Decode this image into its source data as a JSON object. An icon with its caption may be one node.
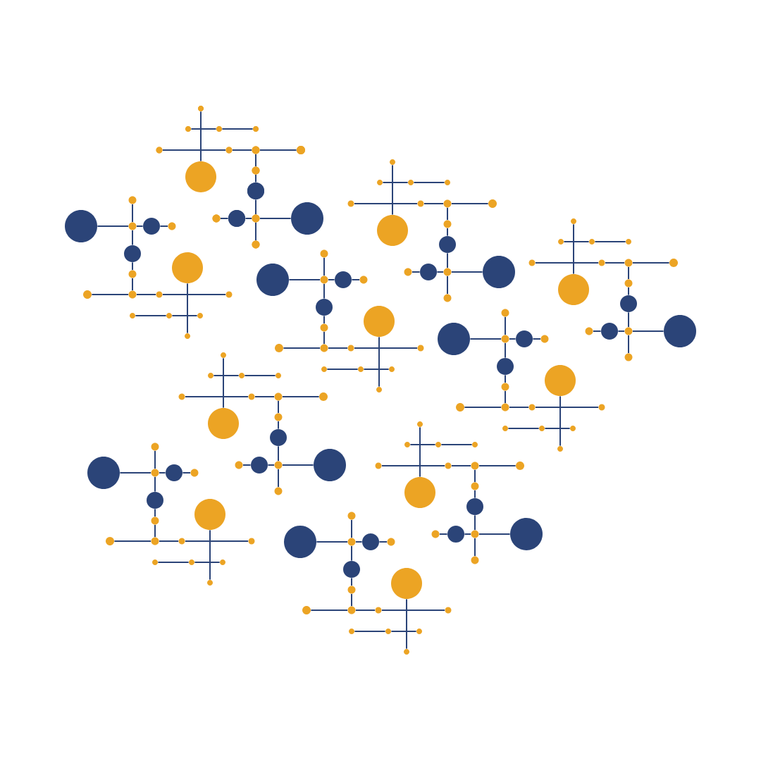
{
  "diagram": {
    "nodes": [
      {
        "text": [],
        "shape": "circle"
      },
      {
        "text": [],
        "shape": "circle"
      },
      {
        "text": [],
        "shape": "circle"
      },
      {
        "text": [],
        "shape": "circle"
      },
      {
        "text": [],
        "shape": "circle"
      },
      {
        "text": [],
        "shape": "circle"
      },
      {
        "text": [],
        "shape": "circle"
      },
      {
        "text": [],
        "shape": "circle"
      },
      {
        "text": [],
        "shape": "circle"
      },
      {
        "text": [],
        "shape": "circle"
      },
      {
        "text": [],
        "shape": "circle"
      },
      {
        "text": [],
        "shape": "circle"
      },
      {
        "text": [],
        "shape": "circle"
      },
      {
        "text": [],
        "shape": "circle"
      },
      {
        "text": [],
        "shape": "circle"
      },
      {
        "text": [],
        "shape": "circle"
      },
      {
        "text": [],
        "shape": "circle"
      },
      {
        "text": [],
        "shape": "circle"
      },
      {
        "text": [],
        "shape": "circle"
      },
      {
        "text": [],
        "shape": "circle"
      },
      {
        "text": [],
        "shape": "circle"
      },
      {
        "text": [],
        "shape": "circle"
      },
      {
        "text": [],
        "shape": "circle"
      },
      {
        "text": [],
        "shape": "circle"
      },
      {
        "text": [],
        "shape": "circle"
      },
      {
        "text": [],
        "shape": "circle"
      },
      {
        "text": [],
        "shape": "circle"
      },
      {
        "text": [],
        "shape": "circle"
      },
      {
        "text": [],
        "shape": "circle"
      },
      {
        "text": [],
        "shape": "circle"
      },
      {
        "text": [],
        "shape": "circle"
      },
      {
        "text": [],
        "shape": "circle"
      },
      {
        "text": [],
        "shape": "circle"
      },
      {
        "text": [],
        "shape": "circle"
      },
      {
        "text": [],
        "shape": "circle"
      },
      {
        "text": [],
        "shape": "circle"
      },
      {
        "text": [],
        "shape": "circle"
      },
      {
        "text": [],
        "shape": "circle"
      },
      {
        "text": [],
        "shape": "circle"
      },
      {
        "text": [],
        "shape": "circle"
      },
      {
        "text": [],
        "shape": "circle"
      },
      {
        "text": [],
        "shape": "circle"
      },
      {
        "text": [],
        "shape": "circle"
      },
      {
        "text": [],
        "shape": "circle"
      },
      {
        "text": [],
        "shape": "circle"
      },
      {
        "text": [],
        "shape": "circle"
      },
      {
        "text": [],
        "shape": "circle"
      },
      {
        "text": [],
        "shape": "circle"
      },
      {
        "text": [],
        "shape": "circle"
      },
      {
        "text": [],
        "shape": "circle"
      },
      {
        "text": [],
        "shape": "circle"
      },
      {
        "text": [],
        "shape": "circle"
      },
      {
        "text": [],
        "shape": "circle"
      },
      {
        "text": [],
        "shape": "circle"
      },
      {
        "text": [],
        "shape": "circle"
      },
      {
        "text": [],
        "shape": "circle"
      },
      {
        "text": [],
        "shape": "circle"
      },
      {
        "text": [],
        "shape": "circle"
      },
      {
        "text": [],
        "shape": "circle"
      },
      {
        "text": [],
        "shape": "circle"
      },
      {
        "text": [],
        "shape": "circle"
      },
      {
        "text": [],
        "shape": "circle"
      },
      {
        "text": [],
        "shape": "circle"
      },
      {
        "text": [],
        "shape": "circle"
      },
      {
        "text": [],
        "shape": "circle"
      },
      {
        "text": [],
        "shape": "circle"
      },
      {
        "text": [],
        "shape": "circle"
      },
      {
        "text": [],
        "shape": "circle"
      },
      {
        "text": [],
        "shape": "circle"
      },
      {
        "text": [],
        "shape": "circle"
      },
      {
        "text": [],
        "shape": "circle"
      },
      {
        "text": [],
        "shape": "circle"
      },
      {
        "text": [],
        "shape": "circle"
      },
      {
        "text": [],
        "shape": "circle"
      },
      {
        "text": [],
        "shape": "circle"
      },
      {
        "text": [],
        "shape": "circle"
      },
      {
        "text": [],
        "shape": "circle"
      },
      {
        "text": [],
        "shape": "circle"
      },
      {
        "text": [],
        "shape": "circle"
      },
      {
        "text": [],
        "shape": "circle"
      },
      {
        "text": [],
        "shape": "circle"
      },
      {
        "text": [],
        "shape": "circle"
      },
      {
        "text": [],
        "shape": "circle"
      },
      {
        "text": [],
        "shape": "circle"
      },
      {
        "text": [],
        "shape": "circle"
      },
      {
        "text": [],
        "shape": "circle"
      },
      {
        "text": [],
        "shape": "circle"
      },
      {
        "text": [],
        "shape": "circle"
      },
      {
        "text": [],
        "shape": "circle"
      },
      {
        "text": [],
        "shape": "circle"
      },
      {
        "text": [],
        "shape": "circle"
      },
      {
        "text": [],
        "shape": "circle"
      },
      {
        "text": [],
        "shape": "circle"
      },
      {
        "text": [],
        "shape": "circle"
      },
      {
        "text": [],
        "shape": "circle"
      },
      {
        "text": [],
        "shape": "circle"
      },
      {
        "text": [],
        "shape": "circle"
      },
      {
        "text": [],
        "shape": "circle"
      },
      {
        "text": [],
        "shape": "circle"
      },
      {
        "text": [],
        "shape": "circle"
      },
      {
        "text": [],
        "shape": "circle"
      },
      {
        "text": [],
        "shape": "circle"
      },
      {
        "text": [],
        "shape": "circle"
      },
      {
        "text": [],
        "shape": "circle"
      },
      {
        "text": [],
        "shape": "circle"
      },
      {
        "text": [],
        "shape": "circle"
      },
      {
        "text": [],
        "shape": "circle"
      },
      {
        "text": [],
        "shape": "circle"
      },
      {
        "text": [],
        "shape": "circle"
      },
      {
        "text": [],
        "shape": "circle"
      },
      {
        "text": [],
        "shape": "circle"
      },
      {
        "text": [],
        "shape": "circle"
      },
      {
        "text": [],
        "shape": "circle"
      },
      {
        "text": [],
        "shape": "circle"
      },
      {
        "text": [],
        "shape": "circle"
      },
      {
        "text": [],
        "shape": "circle"
      },
      {
        "text": [],
        "shape": "circle"
      },
      {
        "text": [],
        "shape": "circle"
      },
      {
        "text": [],
        "shape": "circle"
      },
      {
        "text": [],
        "shape": "circle"
      },
      {
        "text": [],
        "shape": "circle"
      },
      {
        "text": [],
        "shape": "circle"
      },
      {
        "text": [],
        "shape": "circle"
      },
      {
        "text": [],
        "shape": "circle"
      },
      {
        "text": [],
        "shape": "circle"
      },
      {
        "text": [],
        "shape": "circle"
      },
      {
        "text": [],
        "shape": "circle"
      },
      {
        "text": [],
        "shape": "circle"
      },
      {
        "text": [],
        "shape": "circle"
      },
      {
        "text": [],
        "shape": "circle"
      },
      {
        "text": [],
        "shape": "circle"
      },
      {
        "text": [],
        "shape": "circle"
      },
      {
        "text": [],
        "shape": "circle"
      },
      {
        "text": [],
        "shape": "circle"
      },
      {
        "text": [],
        "shape": "circle"
      },
      {
        "text": [],
        "shape": "circle"
      },
      {
        "text": [],
        "shape": "circle"
      },
      {
        "text": [],
        "shape": "circle"
      },
      {
        "text": [],
        "shape": "circle"
      },
      {
        "text": [],
        "shape": "circle"
      },
      {
        "text": [],
        "shape": "circle"
      },
      {
        "text": [],
        "shape": "circle"
      },
      {
        "text": [],
        "shape": "circle"
      },
      {
        "text": [],
        "shape": "circle"
      },
      {
        "text": [],
        "shape": "circle"
      },
      {
        "text": [],
        "shape": "circle"
      },
      {
        "text": [],
        "shape": "circle"
      },
      {
        "text": [],
        "shape": "circle"
      },
      {
        "text": [],
        "shape": "circle"
      },
      {
        "text": [],
        "shape": "circle"
      },
      {
        "text": [],
        "shape": "circle"
      },
      {
        "text": [],
        "shape": "circle"
      },
      {
        "text": [],
        "shape": "circle"
      },
      {
        "text": [],
        "shape": "circle"
      },
      {
        "text": [],
        "shape": "circle"
      },
      {
        "text": [],
        "shape": "circle"
      },
      {
        "text": [],
        "shape": "circle"
      },
      {
        "text": [],
        "shape": "circle"
      },
      {
        "text": [],
        "shape": "circle"
      },
      {
        "text": [],
        "shape": "circle"
      },
      {
        "text": [],
        "shape": "circle"
      },
      {
        "text": [],
        "shape": "circle"
      },
      {
        "text": [],
        "shape": "circle"
      },
      {
        "text": [],
        "shape": "circle"
      },
      {
        "text": [],
        "shape": "circle"
      },
      {
        "text": [],
        "shape": "circle"
      },
      {
        "text": [],
        "shape": "circle"
      },
      {
        "text": [],
        "shape": "circle"
      },
      {
        "text": [],
        "shape": "circle"
      },
      {
        "text": [],
        "shape": "circle"
      },
      {
        "text": [],
        "shape": "circle"
      },
      {
        "text": [],
        "shape": "circle"
      },
      {
        "text": [],
        "shape": "circle"
      },
      {
        "text": [],
        "shape": "circle"
      }
    ],
    "edges": [
      {
        "from": 0,
        "to": 15,
        "arrow": "none"
      },
      {
        "from": 1,
        "to": 2,
        "arrow": "none"
      },
      {
        "from": 2,
        "to": 3,
        "arrow": "none"
      },
      {
        "from": 4,
        "to": 5,
        "arrow": "none"
      },
      {
        "from": 5,
        "to": 6,
        "arrow": "none"
      },
      {
        "from": 6,
        "to": 7,
        "arrow": "none"
      },
      {
        "from": 6,
        "to": 8,
        "arrow": "none"
      },
      {
        "from": 8,
        "to": 9,
        "arrow": "none"
      },
      {
        "from": 9,
        "to": 10,
        "arrow": "none"
      },
      {
        "from": 10,
        "to": 11,
        "arrow": "none"
      },
      {
        "from": 12,
        "to": 13,
        "arrow": "none"
      },
      {
        "from": 13,
        "to": 10,
        "arrow": "none"
      },
      {
        "from": 10,
        "to": 14,
        "arrow": "none"
      },
      {
        "from": 16,
        "to": 31,
        "arrow": "none"
      },
      {
        "from": 17,
        "to": 18,
        "arrow": "none"
      },
      {
        "from": 18,
        "to": 19,
        "arrow": "none"
      },
      {
        "from": 20,
        "to": 21,
        "arrow": "none"
      },
      {
        "from": 21,
        "to": 22,
        "arrow": "none"
      },
      {
        "from": 22,
        "to": 23,
        "arrow": "none"
      },
      {
        "from": 22,
        "to": 24,
        "arrow": "none"
      },
      {
        "from": 24,
        "to": 25,
        "arrow": "none"
      },
      {
        "from": 25,
        "to": 26,
        "arrow": "none"
      },
      {
        "from": 26,
        "to": 27,
        "arrow": "none"
      },
      {
        "from": 28,
        "to": 29,
        "arrow": "none"
      },
      {
        "from": 29,
        "to": 26,
        "arrow": "none"
      },
      {
        "from": 26,
        "to": 30,
        "arrow": "none"
      },
      {
        "from": 32,
        "to": 47,
        "arrow": "none"
      },
      {
        "from": 33,
        "to": 34,
        "arrow": "none"
      },
      {
        "from": 34,
        "to": 35,
        "arrow": "none"
      },
      {
        "from": 36,
        "to": 37,
        "arrow": "none"
      },
      {
        "from": 37,
        "to": 38,
        "arrow": "none"
      },
      {
        "from": 38,
        "to": 39,
        "arrow": "none"
      },
      {
        "from": 38,
        "to": 40,
        "arrow": "none"
      },
      {
        "from": 40,
        "to": 41,
        "arrow": "none"
      },
      {
        "from": 41,
        "to": 42,
        "arrow": "none"
      },
      {
        "from": 42,
        "to": 43,
        "arrow": "none"
      },
      {
        "from": 44,
        "to": 45,
        "arrow": "none"
      },
      {
        "from": 45,
        "to": 42,
        "arrow": "none"
      },
      {
        "from": 42,
        "to": 46,
        "arrow": "none"
      },
      {
        "from": 48,
        "to": 63,
        "arrow": "none"
      },
      {
        "from": 49,
        "to": 50,
        "arrow": "none"
      },
      {
        "from": 50,
        "to": 51,
        "arrow": "none"
      },
      {
        "from": 52,
        "to": 53,
        "arrow": "none"
      },
      {
        "from": 53,
        "to": 54,
        "arrow": "none"
      },
      {
        "from": 54,
        "to": 55,
        "arrow": "none"
      },
      {
        "from": 54,
        "to": 56,
        "arrow": "none"
      },
      {
        "from": 56,
        "to": 57,
        "arrow": "none"
      },
      {
        "from": 57,
        "to": 58,
        "arrow": "none"
      },
      {
        "from": 58,
        "to": 59,
        "arrow": "none"
      },
      {
        "from": 60,
        "to": 61,
        "arrow": "none"
      },
      {
        "from": 61,
        "to": 58,
        "arrow": "none"
      },
      {
        "from": 58,
        "to": 62,
        "arrow": "none"
      },
      {
        "from": 64,
        "to": 79,
        "arrow": "none"
      },
      {
        "from": 65,
        "to": 66,
        "arrow": "none"
      },
      {
        "from": 66,
        "to": 67,
        "arrow": "none"
      },
      {
        "from": 68,
        "to": 69,
        "arrow": "none"
      },
      {
        "from": 69,
        "to": 70,
        "arrow": "none"
      },
      {
        "from": 70,
        "to": 71,
        "arrow": "none"
      },
      {
        "from": 70,
        "to": 72,
        "arrow": "none"
      },
      {
        "from": 72,
        "to": 73,
        "arrow": "none"
      },
      {
        "from": 73,
        "to": 74,
        "arrow": "none"
      },
      {
        "from": 74,
        "to": 75,
        "arrow": "none"
      },
      {
        "from": 76,
        "to": 77,
        "arrow": "none"
      },
      {
        "from": 77,
        "to": 74,
        "arrow": "none"
      },
      {
        "from": 74,
        "to": 78,
        "arrow": "none"
      },
      {
        "from": 80,
        "to": 95,
        "arrow": "none"
      },
      {
        "from": 81,
        "to": 82,
        "arrow": "none"
      },
      {
        "from": 82,
        "to": 83,
        "arrow": "none"
      },
      {
        "from": 84,
        "to": 85,
        "arrow": "none"
      },
      {
        "from": 85,
        "to": 86,
        "arrow": "none"
      },
      {
        "from": 86,
        "to": 87,
        "arrow": "none"
      },
      {
        "from": 86,
        "to": 88,
        "arrow": "none"
      },
      {
        "from": 88,
        "to": 89,
        "arrow": "none"
      },
      {
        "from": 89,
        "to": 90,
        "arrow": "none"
      },
      {
        "from": 90,
        "to": 91,
        "arrow": "none"
      },
      {
        "from": 92,
        "to": 93,
        "arrow": "none"
      },
      {
        "from": 93,
        "to": 90,
        "arrow": "none"
      },
      {
        "from": 90,
        "to": 94,
        "arrow": "none"
      },
      {
        "from": 96,
        "to": 111,
        "arrow": "none"
      },
      {
        "from": 97,
        "to": 98,
        "arrow": "none"
      },
      {
        "from": 98,
        "to": 99,
        "arrow": "none"
      },
      {
        "from": 100,
        "to": 101,
        "arrow": "none"
      },
      {
        "from": 101,
        "to": 102,
        "arrow": "none"
      },
      {
        "from": 102,
        "to": 103,
        "arrow": "none"
      },
      {
        "from": 102,
        "to": 104,
        "arrow": "none"
      },
      {
        "from": 104,
        "to": 105,
        "arrow": "none"
      },
      {
        "from": 105,
        "to": 106,
        "arrow": "none"
      },
      {
        "from": 106,
        "to": 107,
        "arrow": "none"
      },
      {
        "from": 108,
        "to": 109,
        "arrow": "none"
      },
      {
        "from": 109,
        "to": 106,
        "arrow": "none"
      },
      {
        "from": 106,
        "to": 110,
        "arrow": "none"
      },
      {
        "from": 112,
        "to": 127,
        "arrow": "none"
      },
      {
        "from": 113,
        "to": 114,
        "arrow": "none"
      },
      {
        "from": 114,
        "to": 115,
        "arrow": "none"
      },
      {
        "from": 116,
        "to": 117,
        "arrow": "none"
      },
      {
        "from": 117,
        "to": 118,
        "arrow": "none"
      },
      {
        "from": 118,
        "to": 119,
        "arrow": "none"
      },
      {
        "from": 118,
        "to": 120,
        "arrow": "none"
      },
      {
        "from": 120,
        "to": 121,
        "arrow": "none"
      },
      {
        "from": 121,
        "to": 122,
        "arrow": "none"
      },
      {
        "from": 122,
        "to": 123,
        "arrow": "none"
      },
      {
        "from": 124,
        "to": 125,
        "arrow": "none"
      },
      {
        "from": 125,
        "to": 122,
        "arrow": "none"
      },
      {
        "from": 122,
        "to": 126,
        "arrow": "none"
      },
      {
        "from": 128,
        "to": 143,
        "arrow": "none"
      },
      {
        "from": 129,
        "to": 130,
        "arrow": "none"
      },
      {
        "from": 130,
        "to": 131,
        "arrow": "none"
      },
      {
        "from": 132,
        "to": 133,
        "arrow": "none"
      },
      {
        "from": 133,
        "to": 134,
        "arrow": "none"
      },
      {
        "from": 134,
        "to": 135,
        "arrow": "none"
      },
      {
        "from": 134,
        "to": 136,
        "arrow": "none"
      },
      {
        "from": 136,
        "to": 137,
        "arrow": "none"
      },
      {
        "from": 137,
        "to": 138,
        "arrow": "none"
      },
      {
        "from": 138,
        "to": 139,
        "arrow": "none"
      },
      {
        "from": 140,
        "to": 141,
        "arrow": "none"
      },
      {
        "from": 141,
        "to": 138,
        "arrow": "none"
      },
      {
        "from": 138,
        "to": 142,
        "arrow": "none"
      },
      {
        "from": 144,
        "to": 159,
        "arrow": "none"
      },
      {
        "from": 145,
        "to": 146,
        "arrow": "none"
      },
      {
        "from": 146,
        "to": 147,
        "arrow": "none"
      },
      {
        "from": 148,
        "to": 149,
        "arrow": "none"
      },
      {
        "from": 149,
        "to": 150,
        "arrow": "none"
      },
      {
        "from": 150,
        "to": 151,
        "arrow": "none"
      },
      {
        "from": 150,
        "to": 152,
        "arrow": "none"
      },
      {
        "from": 152,
        "to": 153,
        "arrow": "none"
      },
      {
        "from": 153,
        "to": 154,
        "arrow": "none"
      },
      {
        "from": 154,
        "to": 155,
        "arrow": "none"
      },
      {
        "from": 156,
        "to": 157,
        "arrow": "none"
      },
      {
        "from": 157,
        "to": 154,
        "arrow": "none"
      },
      {
        "from": 154,
        "to": 158,
        "arrow": "none"
      }
    ]
  }
}
